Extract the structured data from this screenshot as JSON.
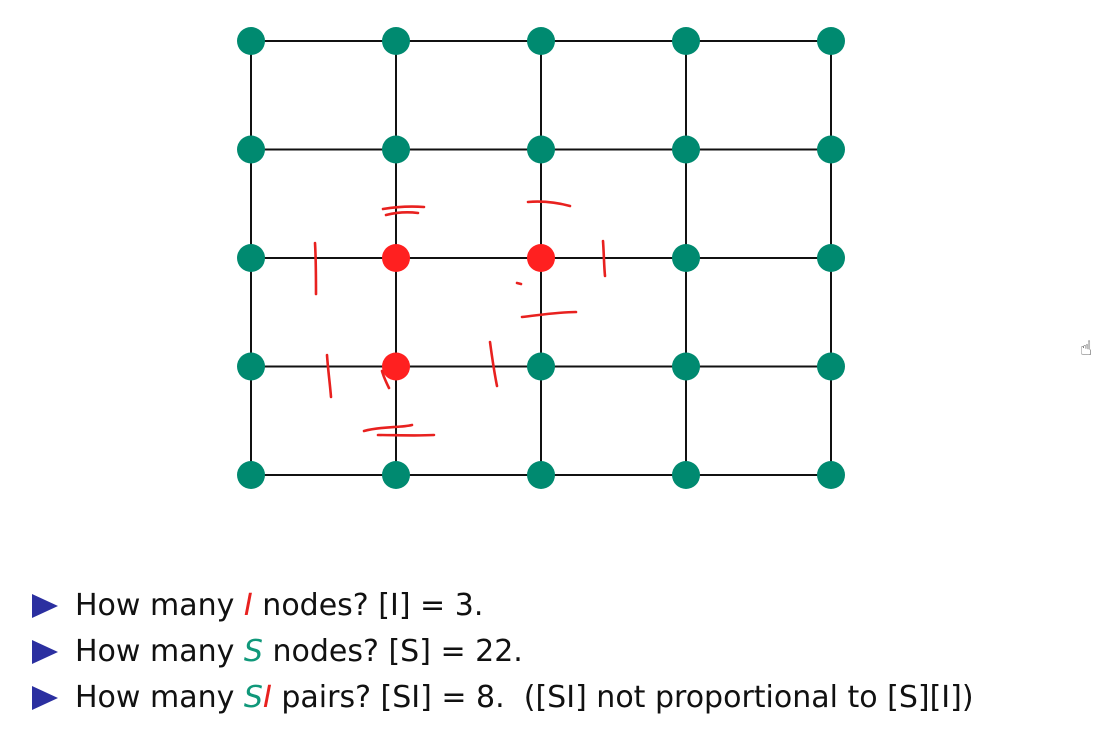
{
  "colors": {
    "s_node": "#008a70",
    "i_node": "#ff2020",
    "edge": "#111111",
    "annotation": "#e8211f",
    "bullet": "#2b2fa0"
  },
  "grid": {
    "cols": 5,
    "rows": 5,
    "infected": [
      [
        1,
        2
      ],
      [
        2,
        2
      ],
      [
        1,
        3
      ]
    ]
  },
  "bullets": [
    {
      "prefix": "How many ",
      "sym": "I",
      "mid": " nodes? ",
      "expr": "[I] = 3."
    },
    {
      "prefix": "How many ",
      "sym": "S",
      "mid": " nodes? ",
      "expr": "[S] = 22."
    },
    {
      "prefix": "How many ",
      "sym_s": "S",
      "sym_i": "I",
      "mid": " pairs? ",
      "expr": "[SI] = 8.",
      "note": "([SI] not proportional to [S][I])"
    }
  ],
  "cursor_icon": "hand-cursor-icon"
}
